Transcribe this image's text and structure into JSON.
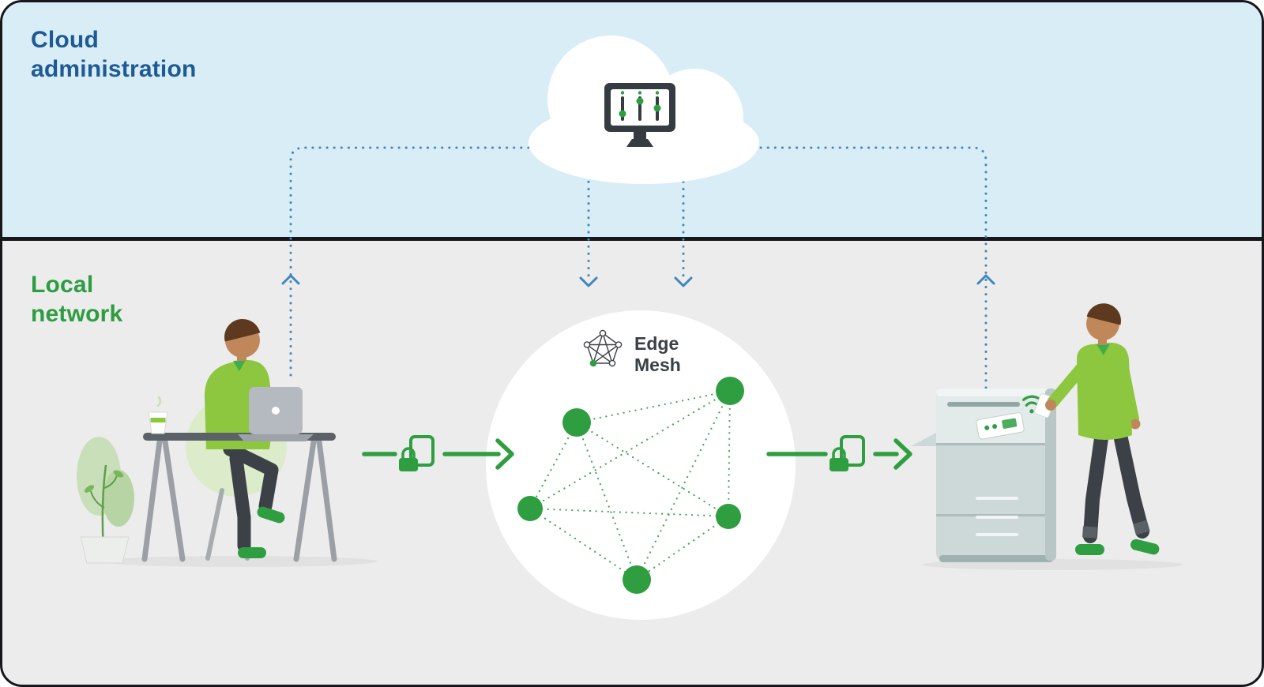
{
  "zones": {
    "cloud": {
      "label": "Cloud administration",
      "bg_color": "#d9edf7",
      "label_color": "#1d5a96"
    },
    "local": {
      "label": "Local network",
      "bg_color": "#ececec",
      "label_color": "#2e9c41"
    }
  },
  "mesh": {
    "logo_label": "Edge Mesh",
    "node_count": 5,
    "node_color": "#2e9e41",
    "link_style": "dotted"
  },
  "connections": {
    "cloud_link_color": "#3e86bc",
    "secure_link_color": "#2e9e41",
    "cloud_links": [
      "laptop-user to cloud-admin",
      "cloud-admin to edge-mesh (left)",
      "cloud-admin to edge-mesh (right)",
      "printer to cloud-admin"
    ],
    "secure_links": [
      "laptop-user to edge-mesh",
      "edge-mesh to printer"
    ]
  },
  "icons": {
    "cloud_console": "admin-console-monitor-icon",
    "secure_transfer": "secure-document-lock-icon",
    "printer_wireless": "wifi-icon",
    "logo": "edge-mesh-network-icon"
  },
  "colors": {
    "border": "#17171b",
    "green": "#2e9e41",
    "blue": "#3e86bc"
  }
}
